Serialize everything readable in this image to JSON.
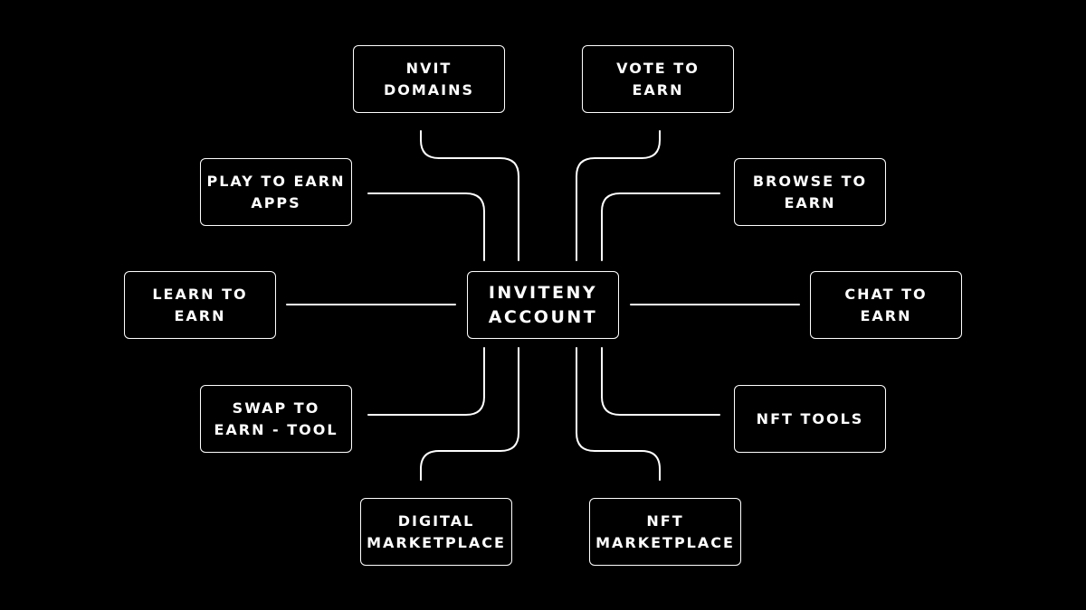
{
  "diagram": {
    "colors": {
      "background": "#000000",
      "foreground": "#ffffff"
    },
    "center": {
      "label": "INVITENY\nACCOUNT"
    },
    "nodes": {
      "nvit_domains": "NVIT\nDOMAINS",
      "vote_to_earn": "VOTE TO\nEARN",
      "play_to_earn_apps": "PLAY TO EARN\nAPPS",
      "browse_to_earn": "BROWSE TO\nEARN",
      "learn_to_earn": "LEARN TO\nEARN",
      "chat_to_earn": "CHAT TO\nEARN",
      "swap_to_earn_tool": "SWAP TO\nEARN - TOOL",
      "nft_tools": "NFT TOOLS",
      "digital_marketplace": "DIGITAL\nMARKETPLACE",
      "nft_marketplace": "NFT\nMARKETPLACE"
    }
  }
}
